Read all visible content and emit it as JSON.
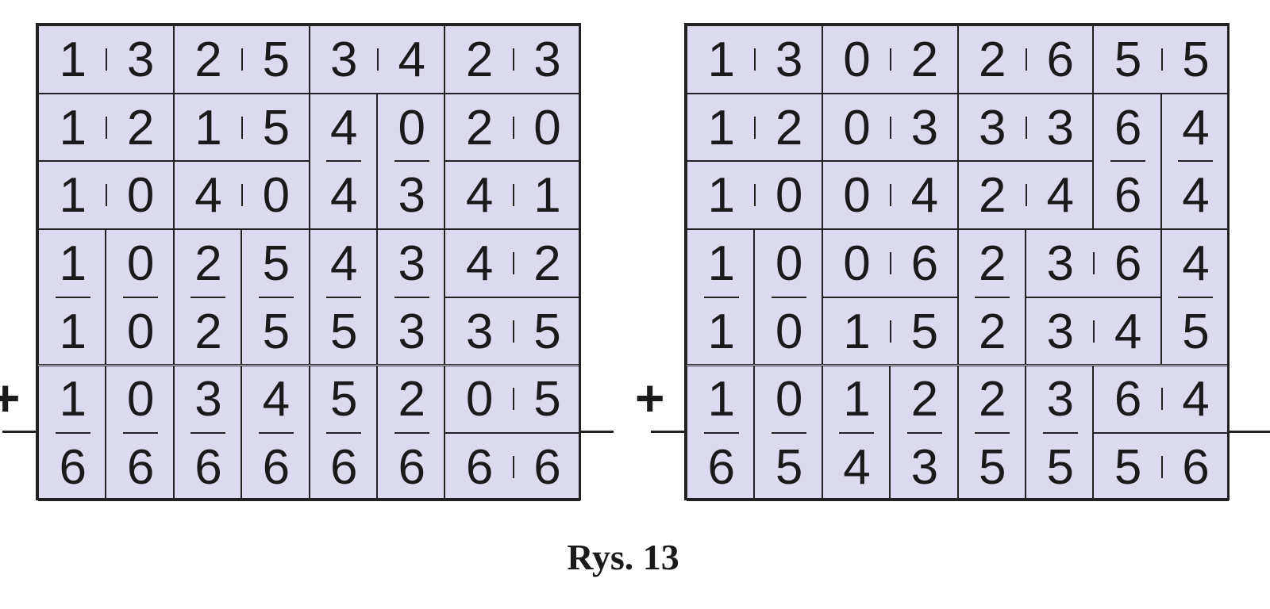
{
  "figures": [
    {
      "name": "left-grid",
      "plus_sign": "+",
      "dominoes": [
        {
          "r": 0,
          "c": 0,
          "o": "h",
          "v": [
            "1",
            "3"
          ]
        },
        {
          "r": 0,
          "c": 2,
          "o": "h",
          "v": [
            "2",
            "5"
          ]
        },
        {
          "r": 0,
          "c": 4,
          "o": "h",
          "v": [
            "3",
            "4"
          ]
        },
        {
          "r": 0,
          "c": 6,
          "o": "h",
          "v": [
            "2",
            "3"
          ]
        },
        {
          "r": 1,
          "c": 0,
          "o": "h",
          "v": [
            "1",
            "2"
          ]
        },
        {
          "r": 1,
          "c": 2,
          "o": "h",
          "v": [
            "1",
            "5"
          ]
        },
        {
          "r": 1,
          "c": 4,
          "o": "v",
          "v": [
            "4",
            "4"
          ]
        },
        {
          "r": 1,
          "c": 5,
          "o": "v",
          "v": [
            "0",
            "3"
          ]
        },
        {
          "r": 1,
          "c": 6,
          "o": "h",
          "v": [
            "2",
            "0"
          ]
        },
        {
          "r": 2,
          "c": 0,
          "o": "h",
          "v": [
            "1",
            "0"
          ]
        },
        {
          "r": 2,
          "c": 2,
          "o": "h",
          "v": [
            "4",
            "0"
          ]
        },
        {
          "r": 2,
          "c": 6,
          "o": "h",
          "v": [
            "4",
            "1"
          ]
        },
        {
          "r": 3,
          "c": 0,
          "o": "v",
          "v": [
            "1",
            "1"
          ]
        },
        {
          "r": 3,
          "c": 1,
          "o": "v",
          "v": [
            "0",
            "0"
          ]
        },
        {
          "r": 3,
          "c": 2,
          "o": "v",
          "v": [
            "2",
            "2"
          ]
        },
        {
          "r": 3,
          "c": 3,
          "o": "v",
          "v": [
            "5",
            "5"
          ]
        },
        {
          "r": 3,
          "c": 4,
          "o": "v",
          "v": [
            "4",
            "5"
          ]
        },
        {
          "r": 3,
          "c": 5,
          "o": "v",
          "v": [
            "3",
            "3"
          ]
        },
        {
          "r": 3,
          "c": 6,
          "o": "h",
          "v": [
            "4",
            "2"
          ]
        },
        {
          "r": 4,
          "c": 6,
          "o": "h",
          "v": [
            "3",
            "5"
          ]
        },
        {
          "r": 5,
          "c": 0,
          "o": "v",
          "v": [
            "1",
            "6"
          ]
        },
        {
          "r": 5,
          "c": 1,
          "o": "v",
          "v": [
            "0",
            "6"
          ]
        },
        {
          "r": 5,
          "c": 2,
          "o": "v",
          "v": [
            "3",
            "6"
          ]
        },
        {
          "r": 5,
          "c": 3,
          "o": "v",
          "v": [
            "4",
            "6"
          ]
        },
        {
          "r": 5,
          "c": 4,
          "o": "v",
          "v": [
            "5",
            "6"
          ]
        },
        {
          "r": 5,
          "c": 5,
          "o": "v",
          "v": [
            "2",
            "6"
          ]
        },
        {
          "r": 5,
          "c": 6,
          "o": "h",
          "v": [
            "0",
            "5"
          ]
        },
        {
          "r": 6,
          "c": 6,
          "o": "h",
          "v": [
            "6",
            "6"
          ]
        }
      ]
    },
    {
      "name": "right-grid",
      "plus_sign": "+",
      "dominoes": [
        {
          "r": 0,
          "c": 0,
          "o": "h",
          "v": [
            "1",
            "3"
          ]
        },
        {
          "r": 0,
          "c": 2,
          "o": "h",
          "v": [
            "0",
            "2"
          ]
        },
        {
          "r": 0,
          "c": 4,
          "o": "h",
          "v": [
            "2",
            "6"
          ]
        },
        {
          "r": 0,
          "c": 6,
          "o": "h",
          "v": [
            "5",
            "5"
          ]
        },
        {
          "r": 1,
          "c": 0,
          "o": "h",
          "v": [
            "1",
            "2"
          ]
        },
        {
          "r": 1,
          "c": 2,
          "o": "h",
          "v": [
            "0",
            "3"
          ]
        },
        {
          "r": 1,
          "c": 4,
          "o": "h",
          "v": [
            "3",
            "3"
          ]
        },
        {
          "r": 1,
          "c": 6,
          "o": "v",
          "v": [
            "6",
            "6"
          ]
        },
        {
          "r": 1,
          "c": 7,
          "o": "v",
          "v": [
            "4",
            "4"
          ]
        },
        {
          "r": 2,
          "c": 0,
          "o": "h",
          "v": [
            "1",
            "0"
          ]
        },
        {
          "r": 2,
          "c": 2,
          "o": "h",
          "v": [
            "0",
            "4"
          ]
        },
        {
          "r": 2,
          "c": 4,
          "o": "h",
          "v": [
            "2",
            "4"
          ]
        },
        {
          "r": 3,
          "c": 0,
          "o": "v",
          "v": [
            "1",
            "1"
          ]
        },
        {
          "r": 3,
          "c": 1,
          "o": "v",
          "v": [
            "0",
            "0"
          ]
        },
        {
          "r": 3,
          "c": 2,
          "o": "h",
          "v": [
            "0",
            "6"
          ]
        },
        {
          "r": 3,
          "c": 4,
          "o": "v",
          "v": [
            "2",
            "2"
          ]
        },
        {
          "r": 3,
          "c": 5,
          "o": "h",
          "v": [
            "3",
            "6"
          ]
        },
        {
          "r": 3,
          "c": 7,
          "o": "v",
          "v": [
            "4",
            "5"
          ]
        },
        {
          "r": 4,
          "c": 2,
          "o": "h",
          "v": [
            "1",
            "5"
          ]
        },
        {
          "r": 4,
          "c": 5,
          "o": "h",
          "v": [
            "3",
            "4"
          ]
        },
        {
          "r": 5,
          "c": 0,
          "o": "v",
          "v": [
            "1",
            "6"
          ]
        },
        {
          "r": 5,
          "c": 1,
          "o": "v",
          "v": [
            "0",
            "5"
          ]
        },
        {
          "r": 5,
          "c": 2,
          "o": "v",
          "v": [
            "1",
            "4"
          ]
        },
        {
          "r": 5,
          "c": 3,
          "o": "v",
          "v": [
            "2",
            "3"
          ]
        },
        {
          "r": 5,
          "c": 4,
          "o": "v",
          "v": [
            "2",
            "5"
          ]
        },
        {
          "r": 5,
          "c": 5,
          "o": "v",
          "v": [
            "3",
            "5"
          ]
        },
        {
          "r": 5,
          "c": 6,
          "o": "h",
          "v": [
            "6",
            "4"
          ]
        },
        {
          "r": 6,
          "c": 6,
          "o": "h",
          "v": [
            "5",
            "6"
          ]
        }
      ]
    }
  ],
  "caption": "Rys. 13"
}
